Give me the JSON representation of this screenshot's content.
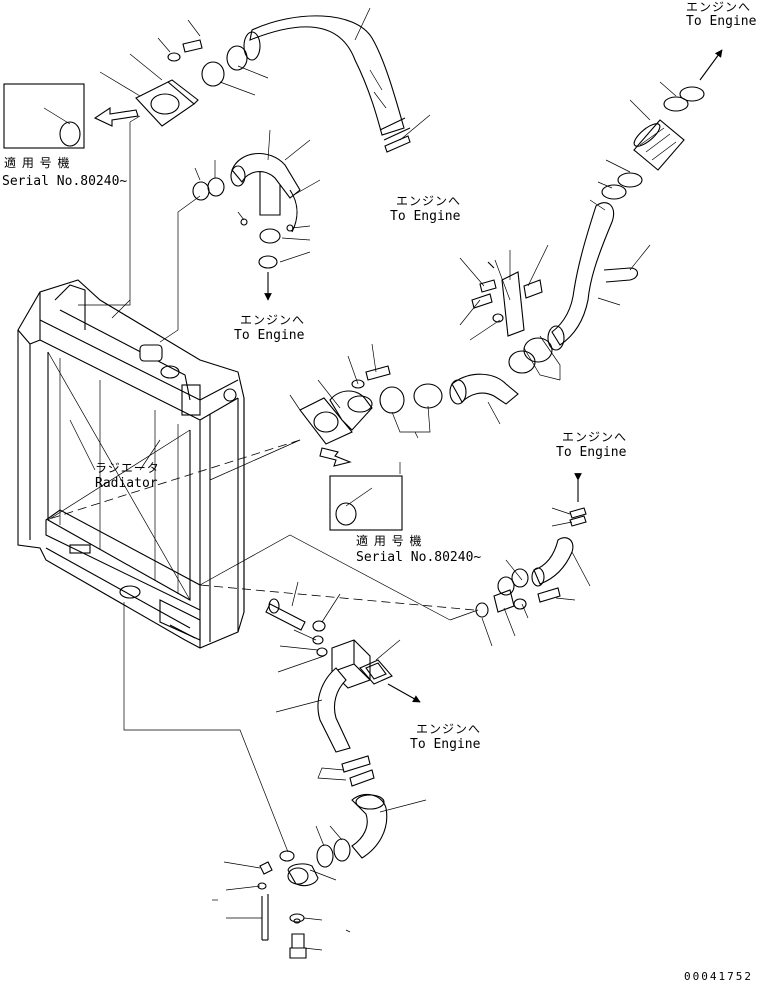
{
  "labels": {
    "to_engine_jp": "エンジンへ",
    "to_engine_en": "To Engine",
    "applicable_jp": "適 用 号 機",
    "serial": "Serial No.80240~",
    "radiator_jp": "ラジエータ",
    "radiator_en": "Radiator"
  },
  "doc_number": "00041752",
  "icons": [
    "arrow-icon",
    "hollow-arrow-icon"
  ]
}
